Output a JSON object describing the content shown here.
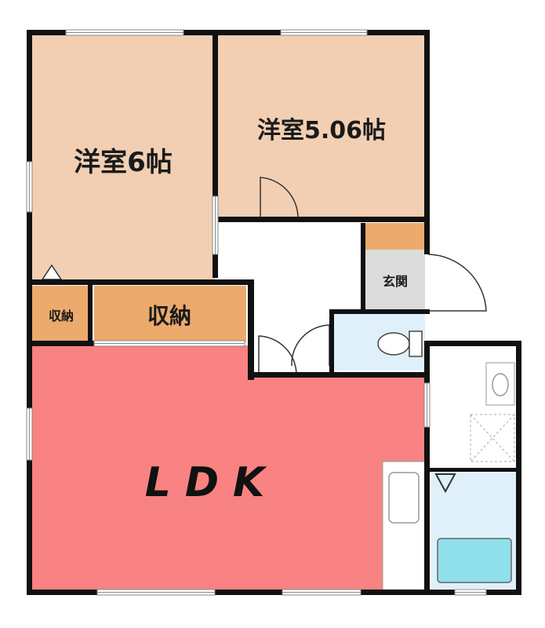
{
  "floor_plan": {
    "rooms": [
      {
        "id": "western-6",
        "label": "洋室6帖"
      },
      {
        "id": "western-506",
        "label": "洋室5.06帖"
      },
      {
        "id": "closet-small",
        "label": "収納"
      },
      {
        "id": "closet-large",
        "label": "収納"
      },
      {
        "id": "entrance",
        "label": "玄関"
      },
      {
        "id": "ldk",
        "label": "LDK"
      }
    ],
    "colors": {
      "wall": "#111111",
      "western_room": "#f2cfb3",
      "closet": "#ecaa6d",
      "entrance_step": "#ecaa6d",
      "entrance_floor": "#dcdcdc",
      "ldk": "#f98282",
      "wet_area": "#dff0fb",
      "bathtub": "#8fe0ea",
      "hall": "#ffffff"
    }
  }
}
